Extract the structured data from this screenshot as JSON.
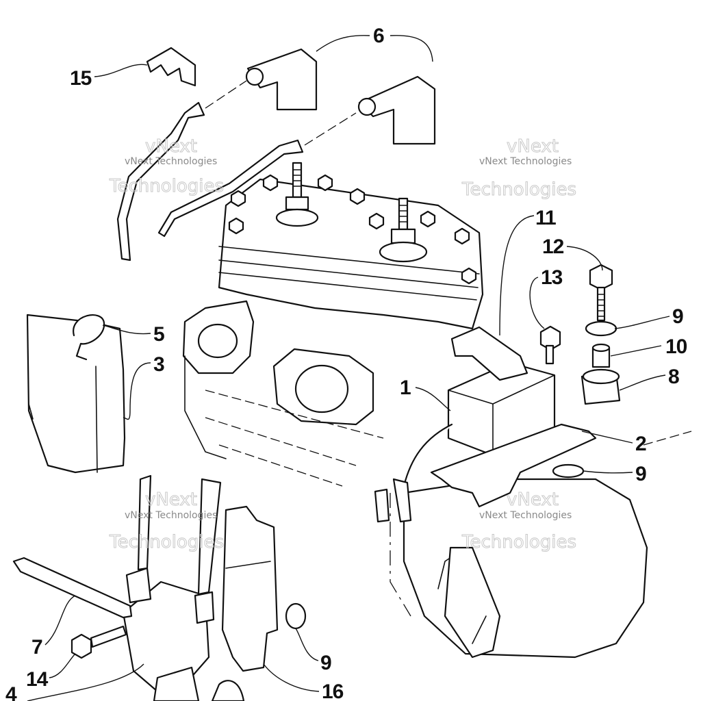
{
  "diagram": {
    "callouts": [
      {
        "id": "c1",
        "label": "1"
      },
      {
        "id": "c2",
        "label": "2"
      },
      {
        "id": "c3",
        "label": "3"
      },
      {
        "id": "c4",
        "label": "4"
      },
      {
        "id": "c5",
        "label": "5"
      },
      {
        "id": "c6",
        "label": "6"
      },
      {
        "id": "c7",
        "label": "7"
      },
      {
        "id": "c8",
        "label": "8"
      },
      {
        "id": "c9a",
        "label": "9"
      },
      {
        "id": "c9b",
        "label": "9"
      },
      {
        "id": "c9c",
        "label": "9"
      },
      {
        "id": "c10",
        "label": "10"
      },
      {
        "id": "c11",
        "label": "11"
      },
      {
        "id": "c12",
        "label": "12"
      },
      {
        "id": "c13",
        "label": "13"
      },
      {
        "id": "c14",
        "label": "14"
      },
      {
        "id": "c15",
        "label": "15"
      },
      {
        "id": "c16",
        "label": "16"
      }
    ],
    "watermark": {
      "line1": "vNext Technologies",
      "line2": "vNext",
      "line3": "Technologies"
    }
  }
}
